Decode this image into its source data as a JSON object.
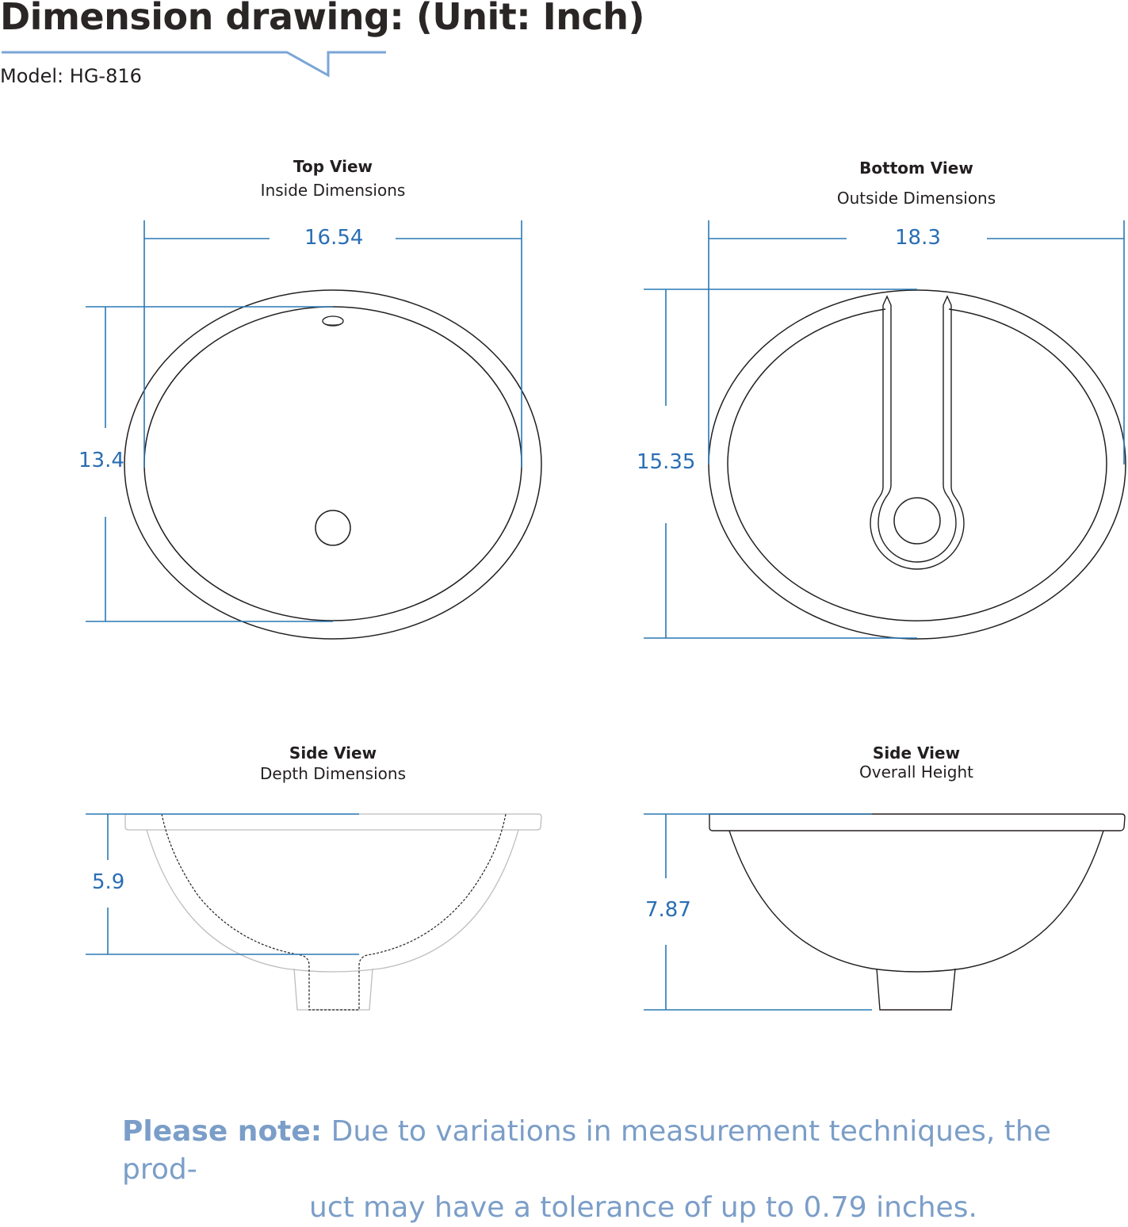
{
  "header": {
    "title": "Dimension drawing: (Unit: Inch)",
    "model": "Model: HG-816"
  },
  "colors": {
    "dimension_blue": "#2a78b4",
    "note_blue": "#7b9ec8",
    "header_rule": "#7aa6d6",
    "outline": "#231f20"
  },
  "views": {
    "top": {
      "heading": "Top View",
      "subheading": "Inside Dimensions",
      "width": "16.54",
      "length": "13.4"
    },
    "bottom": {
      "heading": "Bottom View",
      "subheading": "Outside Dimensions",
      "width": "18.3",
      "length": "15.35"
    },
    "side_depth": {
      "heading": "Side View",
      "subheading": "Depth Dimensions",
      "depth": "5.9"
    },
    "side_height": {
      "heading": "Side View",
      "subheading": "Overall Height",
      "height": "7.87"
    }
  },
  "note": {
    "lead": "Please note:",
    "line1": "Due to variations in measurement techniques, the prod-",
    "line2": "uct may have a tolerance of up to 0.79 inches."
  }
}
